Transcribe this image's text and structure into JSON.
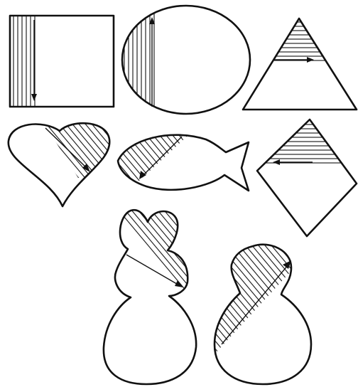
{
  "figure": {
    "background": "#ffffff",
    "ink": "#111111",
    "shapes": [
      {
        "name": "square",
        "hatch": "vertical"
      },
      {
        "name": "circle",
        "hatch": "vertical"
      },
      {
        "name": "triangle",
        "hatch": "horizontal"
      },
      {
        "name": "heart",
        "hatch": "diagonal"
      },
      {
        "name": "fish",
        "hatch": "diagonal"
      },
      {
        "name": "diamond",
        "hatch": "horizontal"
      },
      {
        "name": "bunny",
        "hatch": "diagonal"
      },
      {
        "name": "gourd",
        "hatch": "diagonal"
      }
    ]
  }
}
